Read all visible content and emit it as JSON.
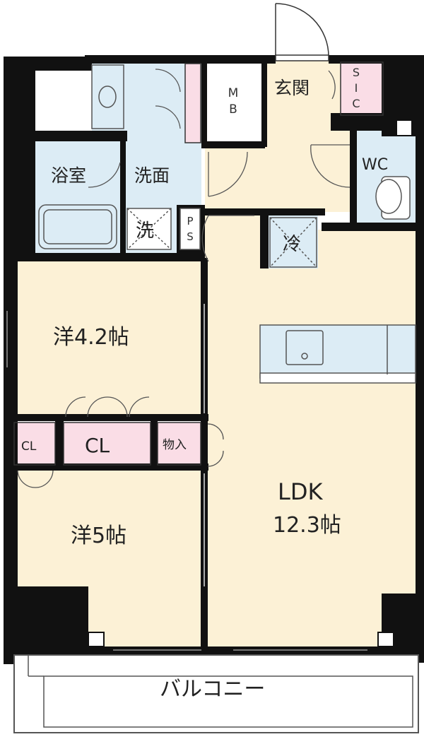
{
  "rooms": {
    "entrance": "玄関",
    "sic": "SIC",
    "mb": "MB",
    "wc": "WC",
    "bath": "浴室",
    "washroom": "洗面",
    "washer": "洗",
    "ps": "PS",
    "fridge": "冷",
    "western1": "洋4.2帖",
    "cl_small": "CL",
    "cl_big": "CL",
    "storage": "物入",
    "western2": "洋5帖",
    "ldk": "LDK",
    "ldk_size": "12.3帖",
    "balcony": "バルコニー"
  },
  "colors": {
    "wall": "#111111",
    "floor": "#fcf1d6",
    "wet_area": "#dcecf5",
    "closet": "#fadde6",
    "outline": "#555555"
  }
}
